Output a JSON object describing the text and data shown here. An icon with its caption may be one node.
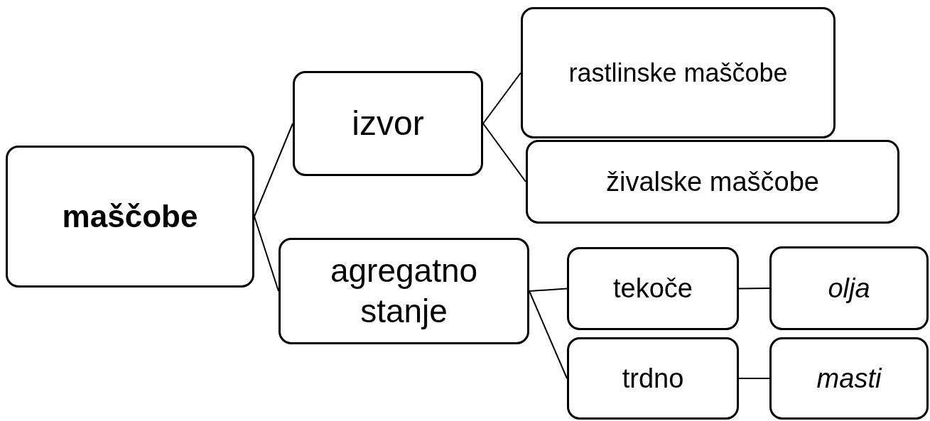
{
  "diagram": {
    "nodes": [
      {
        "text": [
          "maščobe"
        ]
      },
      {
        "text": [
          "izvor"
        ]
      },
      {
        "text": [
          "agregatno stanje"
        ]
      },
      {
        "text": [
          "rastlinske maščobe"
        ]
      },
      {
        "text": [
          "živalske maščobe"
        ]
      },
      {
        "text": [
          "tekoče"
        ]
      },
      {
        "text": [
          "olja"
        ]
      },
      {
        "text": [
          "trdno"
        ]
      },
      {
        "text": [
          "masti"
        ]
      }
    ],
    "edges": [
      {
        "from": 0,
        "to": 1,
        "arrow": "none"
      },
      {
        "from": 0,
        "to": 2,
        "arrow": "none"
      },
      {
        "from": 1,
        "to": 3,
        "arrow": "none"
      },
      {
        "from": 1,
        "to": 4,
        "arrow": "none"
      },
      {
        "from": 2,
        "to": 5,
        "arrow": "none"
      },
      {
        "from": 2,
        "to": 7,
        "arrow": "none"
      },
      {
        "from": 5,
        "to": 6,
        "arrow": "none"
      },
      {
        "from": 7,
        "to": 8,
        "arrow": "none"
      }
    ]
  }
}
